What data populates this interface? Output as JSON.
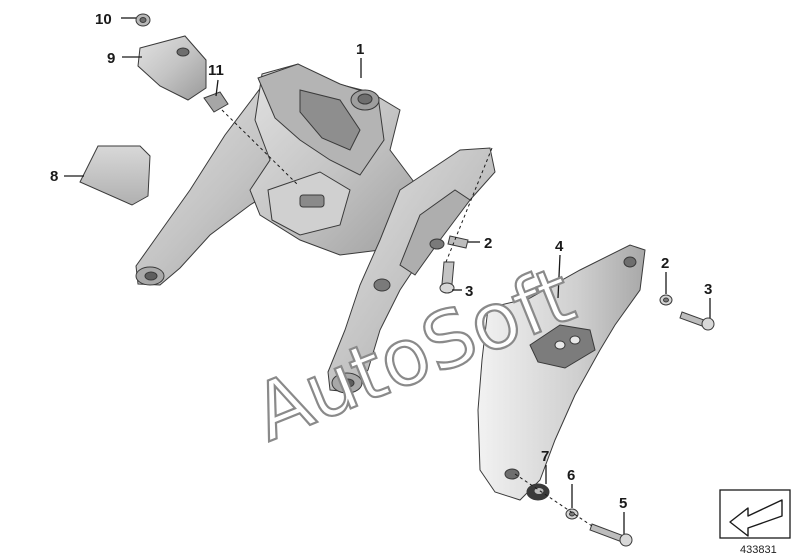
{
  "callouts": {
    "c1": "1",
    "c2a": "2",
    "c2b": "2",
    "c3a": "3",
    "c3b": "3",
    "c4": "4",
    "c5": "5",
    "c6": "6",
    "c7": "7",
    "c8": "8",
    "c9": "9",
    "c10": "10",
    "c11": "11"
  },
  "watermark": "AutoSoft",
  "reference_number": "433831",
  "colors": {
    "part_fill": "#c8c8c8",
    "part_dark": "#8e8e8e",
    "part_light": "#e6e6e6",
    "line": "#1a1a1a"
  }
}
